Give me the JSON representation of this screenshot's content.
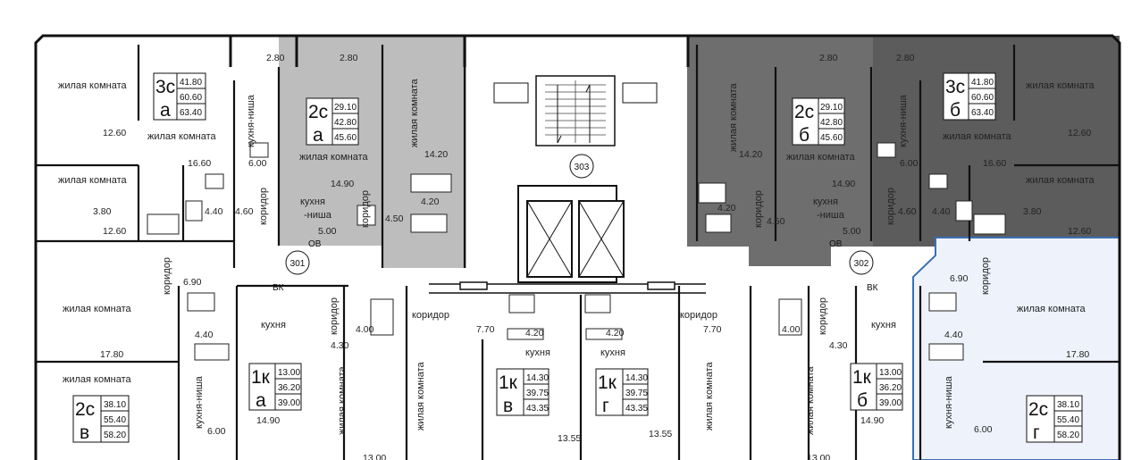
{
  "colors": {
    "apt_a_gray": "#bdbdbd",
    "apt_b_dark": "#6e6e6e",
    "apt_g_highlight_fill": "#eef3fb",
    "apt_g_highlight_stroke": "#3b6fb4",
    "wall": "#111111"
  },
  "rooms": {
    "zhilaya": "жилая комната",
    "kukhnya": "кухня",
    "kukhnya_nisha": "кухня-ниша",
    "kukhnya_nisha_split_1": "кухня",
    "kukhnya_nisha_split_2": "-ниша",
    "koridor": "коридор"
  },
  "stair_number": "303",
  "circles": [
    "301",
    "302"
  ],
  "apartments": {
    "3c_a": {
      "type": "3с",
      "letter": "а",
      "areas": [
        "41.80",
        "60.60",
        "63.40"
      ]
    },
    "2c_a": {
      "type": "2с",
      "letter": "а",
      "areas": [
        "29.10",
        "42.80",
        "45.60"
      ]
    },
    "2c_b": {
      "type": "2с",
      "letter": "б",
      "areas": [
        "29.10",
        "42.80",
        "45.60"
      ]
    },
    "3c_b": {
      "type": "3с",
      "letter": "б",
      "areas": [
        "41.80",
        "60.60",
        "63.40"
      ]
    },
    "1k_a": {
      "type": "1к",
      "letter": "а",
      "areas": [
        "13.00",
        "36.20",
        "39.00"
      ]
    },
    "1k_v": {
      "type": "1к",
      "letter": "в",
      "areas": [
        "14.30",
        "39.75",
        "43.35"
      ]
    },
    "1k_g": {
      "type": "1к",
      "letter": "г",
      "areas": [
        "14.30",
        "39.75",
        "43.35"
      ]
    },
    "1k_b": {
      "type": "1к",
      "letter": "б",
      "areas": [
        "13.00",
        "36.20",
        "39.00"
      ]
    },
    "2c_v": {
      "type": "2с",
      "letter": "в",
      "areas": [
        "38.10",
        "55.40",
        "58.20"
      ]
    },
    "2c_g": {
      "type": "2с",
      "letter": "г",
      "areas": [
        "38.10",
        "55.40",
        "58.20"
      ]
    }
  },
  "dims": {
    "d280": "2.80",
    "d1260": "12.60",
    "d1660": "16.60",
    "d380": "3.80",
    "d440": "4.40",
    "d460": "4.60",
    "d600": "6.00",
    "d1490": "14.90",
    "d1420": "14.20",
    "d420": "4.20",
    "d450": "4.50",
    "d500": "5.00",
    "d690": "6.90",
    "d1780": "17.80",
    "d430": "4.30",
    "d400": "4.00",
    "d770": "7.70",
    "d1355": "13.55",
    "d1300": "13.00"
  },
  "marks": {
    "vk": "ВК",
    "ov": "ОВ"
  }
}
